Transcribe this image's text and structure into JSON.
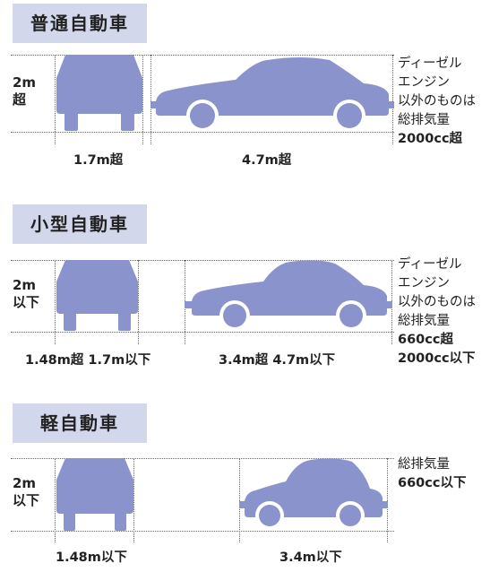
{
  "colors": {
    "car": "#8a93cc",
    "header_bg": "#d2d7ec",
    "wheel_hub": "#ffffff"
  },
  "sections": [
    {
      "title": "普通自動車",
      "height_label": [
        "2m",
        "超"
      ],
      "width_label": "1.7m超",
      "length_label": "4.7m超",
      "notes": [
        {
          "text": "ディーゼル",
          "bold": false
        },
        {
          "text": "エンジン",
          "bold": false
        },
        {
          "text": "以外のものは",
          "bold": false
        },
        {
          "text": "総排気量",
          "bold": false
        },
        {
          "text": "2000cc超",
          "bold": true
        }
      ]
    },
    {
      "title": "小型自動車",
      "height_label": [
        "2m",
        "以下"
      ],
      "width_label": "1.48m超 1.7m以下",
      "length_label": "3.4m超 4.7m以下",
      "notes": [
        {
          "text": "ディーゼル",
          "bold": false
        },
        {
          "text": "エンジン",
          "bold": false
        },
        {
          "text": "以外のものは",
          "bold": false
        },
        {
          "text": "総排気量",
          "bold": false
        },
        {
          "text": "660cc超",
          "bold": true
        },
        {
          "text": "2000cc以下",
          "bold": true
        }
      ]
    },
    {
      "title": "軽自動車",
      "height_label": [
        "2m",
        "以下"
      ],
      "width_label": "1.48m以下",
      "length_label": "3.4m以下",
      "notes": [
        {
          "text": "総排気量",
          "bold": false
        },
        {
          "text": "660cc以下",
          "bold": true
        }
      ]
    }
  ]
}
